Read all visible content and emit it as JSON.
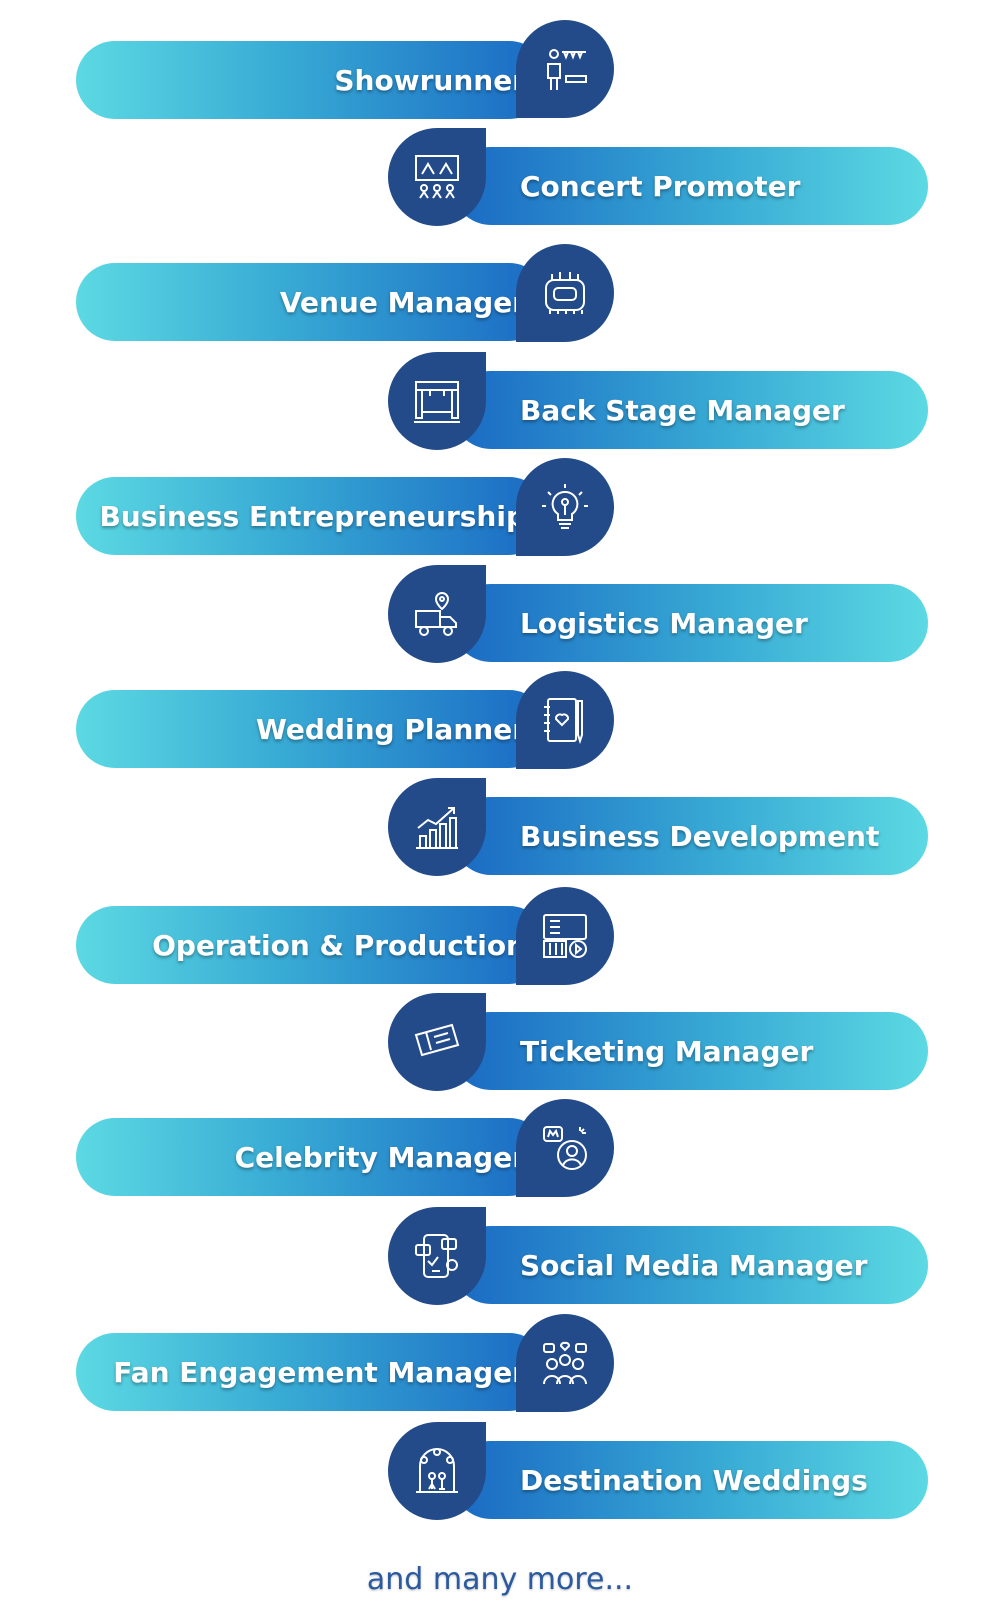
{
  "roles": [
    {
      "label": "Showrunner",
      "icon": "presenter-icon"
    },
    {
      "label": "Concert Promoter",
      "icon": "concert-stage-icon"
    },
    {
      "label": "Venue Manager",
      "icon": "stadium-icon"
    },
    {
      "label": "Back Stage Manager",
      "icon": "stage-truss-icon"
    },
    {
      "label": "Business Entrepreneurship",
      "icon": "idea-bulb-icon"
    },
    {
      "label": "Logistics Manager",
      "icon": "delivery-truck-icon"
    },
    {
      "label": "Wedding Planner",
      "icon": "planner-notebook-icon"
    },
    {
      "label": "Business Development",
      "icon": "growth-chart-icon"
    },
    {
      "label": "Operation & Production",
      "icon": "production-mixer-icon"
    },
    {
      "label": "Ticketing Manager",
      "icon": "ticket-icon"
    },
    {
      "label": "Celebrity Manager",
      "icon": "celebrity-icon"
    },
    {
      "label": "Social Media Manager",
      "icon": "smartphone-social-icon"
    },
    {
      "label": "Fan Engagement Manager",
      "icon": "fan-group-icon"
    },
    {
      "label": "Destination Weddings",
      "icon": "wedding-arch-icon"
    }
  ],
  "footer": {
    "text": "and many more..."
  },
  "colors": {
    "badge": "#234b8a",
    "gradient_light": "#5cd9e3",
    "gradient_dark": "#1a69c3",
    "footer_text": "#2b5aa0"
  }
}
